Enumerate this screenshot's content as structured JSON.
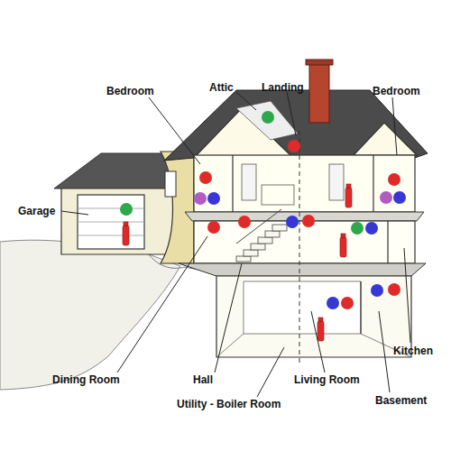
{
  "diagram": {
    "labels": [
      "Bedroom",
      "Attic",
      "Landing",
      "Bedroom",
      "Garage",
      "Kitchen",
      "Dining Room",
      "Hall",
      "Utility - Boiler Room",
      "Living Room",
      "Basement"
    ]
  }
}
